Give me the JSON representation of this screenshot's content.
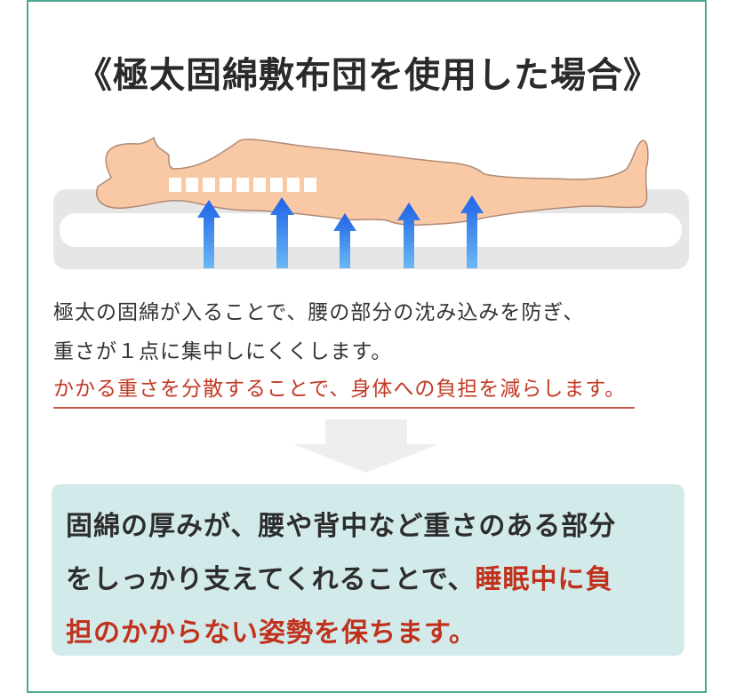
{
  "title": "《極太固綿敷布団を使用した場合》",
  "colors": {
    "frame_border": "#4ea592",
    "skin": "#f8c9a4",
    "skin_outline": "#b08a78",
    "mattress_outer": "#e6e6e6",
    "mattress_inner": "#ffffff",
    "arrow_top": "#1e63e6",
    "arrow_bottom": "#6cb8f5",
    "accent_red": "#c0321c",
    "info_box_bg": "#d3eaea",
    "down_arrow": "#eeeeee"
  },
  "illustration": {
    "alt": "person-lying-on-futon-with-support-arrows",
    "spine_blocks": 9,
    "support_arrows": 5
  },
  "description": {
    "line1": "極太の固綿が入ることで、腰の部分の沈み込みを防ぎ、",
    "line2": "重さが１点に集中しにくくします。",
    "highlight": "かかる重さを分散することで、身体への負担を減らします。"
  },
  "info_box": {
    "line1": "固綿の厚みが、腰や背中など重さのある部分",
    "line2_normal": "をしっかり支えてくれることで、",
    "line2_highlight": "睡眠中に負",
    "line3_highlight": "担のかからない姿勢を保ちます。"
  }
}
